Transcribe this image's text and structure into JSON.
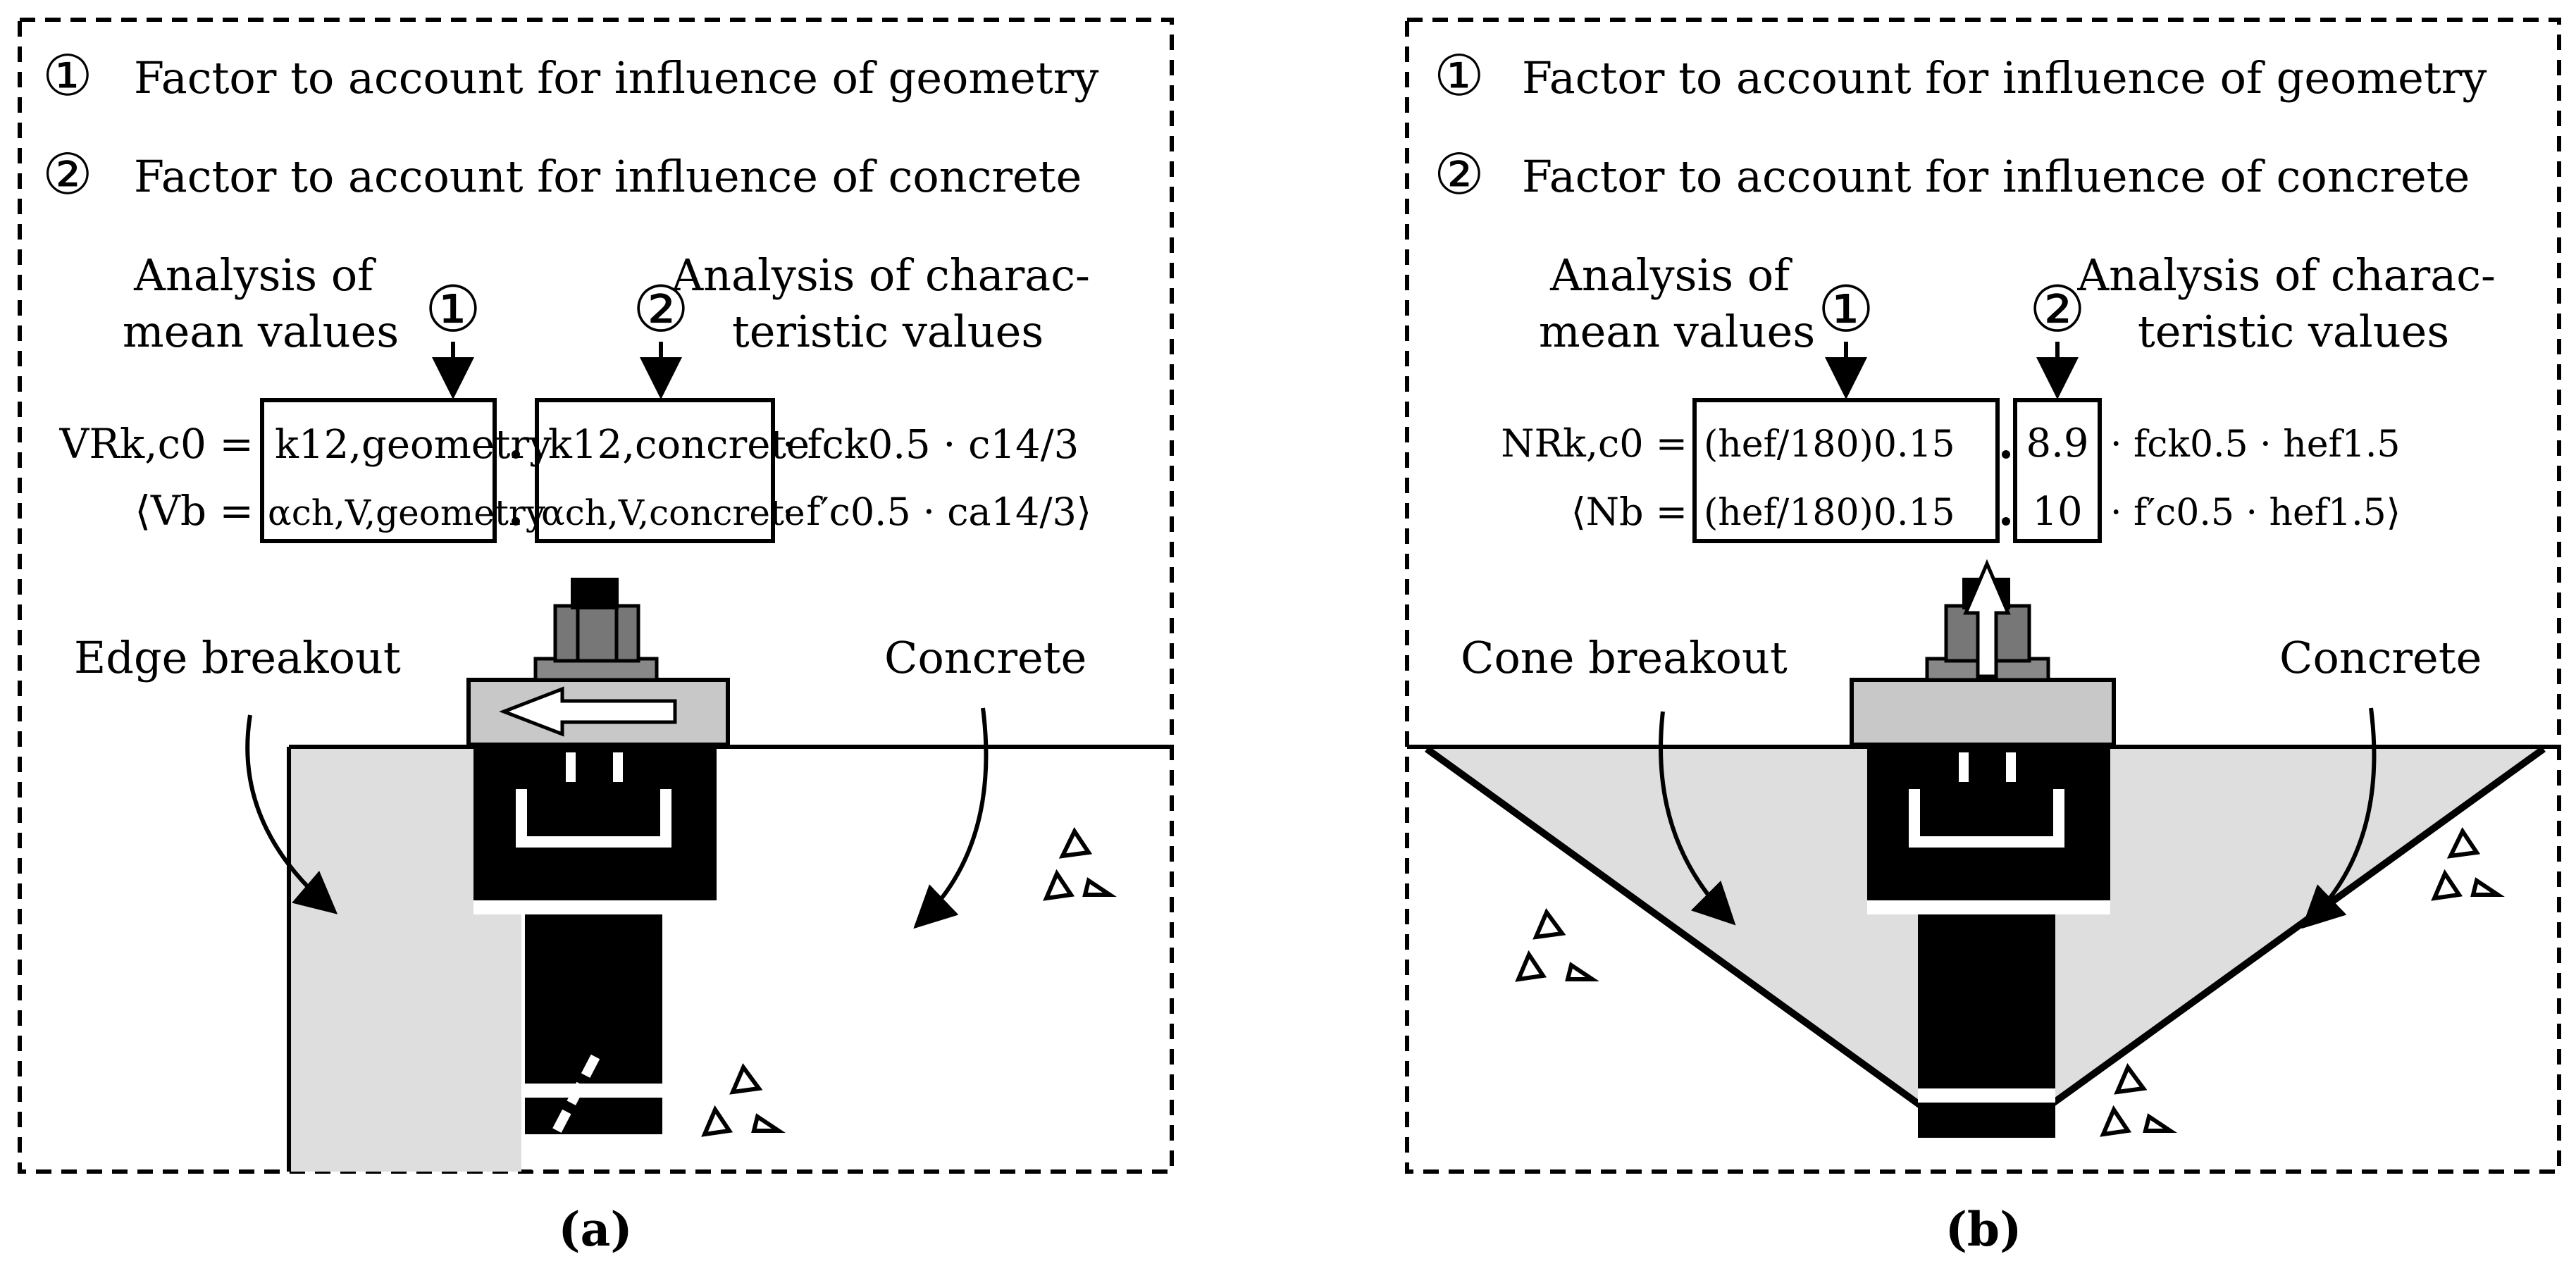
{
  "panels": [
    {
      "legend": [
        "Factor to account for influence of geometry",
        "Factor to account for influence of concrete"
      ],
      "left_note": [
        "Analysis of",
        "mean values"
      ],
      "right_note": [
        "Analysis of charac-",
        "teristic values"
      ],
      "marker1": "①",
      "marker2": "②",
      "eq1_lhs": "VRk,c0 =",
      "eq1_box1": "k12,geometry",
      "eq1_box2": "k12,concrete",
      "eq1_rhs": "· fck0.5 · c14/3",
      "eq2_lhs": "⟨Vb =",
      "eq2_box1": "αch,V,geometry",
      "eq2_box2": "αch,V,concrete",
      "eq2_rhs": "· f′c0.5 · ca14/3⟩",
      "label_left": "Edge breakout",
      "label_right": "Concrete",
      "caption": "(a)"
    },
    {
      "legend": [
        "Factor to account for influence of geometry",
        "Factor to account for influence of concrete"
      ],
      "left_note": [
        "Analysis of",
        "mean values"
      ],
      "right_note": [
        "Analysis of charac-",
        "teristic values"
      ],
      "marker1": "①",
      "marker2": "②",
      "eq1_lhs": "NRk,c0 =",
      "eq1_box1": "(hef/180)0.15",
      "eq1_box2": "8.9",
      "eq1_rhs": "· fck0.5 · hef1.5",
      "eq2_lhs": "⟨Nb =",
      "eq2_box1": "(hef/180)0.15",
      "eq2_box2": "10",
      "eq2_rhs": "· f′c0.5 · hef1.5⟩",
      "label_left": "Cone breakout",
      "label_right": "Concrete",
      "caption": "(b)"
    }
  ]
}
